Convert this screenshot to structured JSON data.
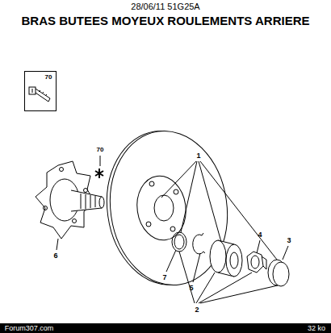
{
  "diagram": {
    "title": "BRAS BUTEES MOYEUX ROULEMENTS ARRIERE",
    "nodes": [
      {
        "text": [
          "70"
        ]
      }
    ],
    "labels": [
      "28/06/11 51G25A",
      "70",
      "1",
      "6",
      "7",
      "5",
      "4",
      "3",
      "2",
      "Forum307.com",
      "32 ko"
    ]
  }
}
